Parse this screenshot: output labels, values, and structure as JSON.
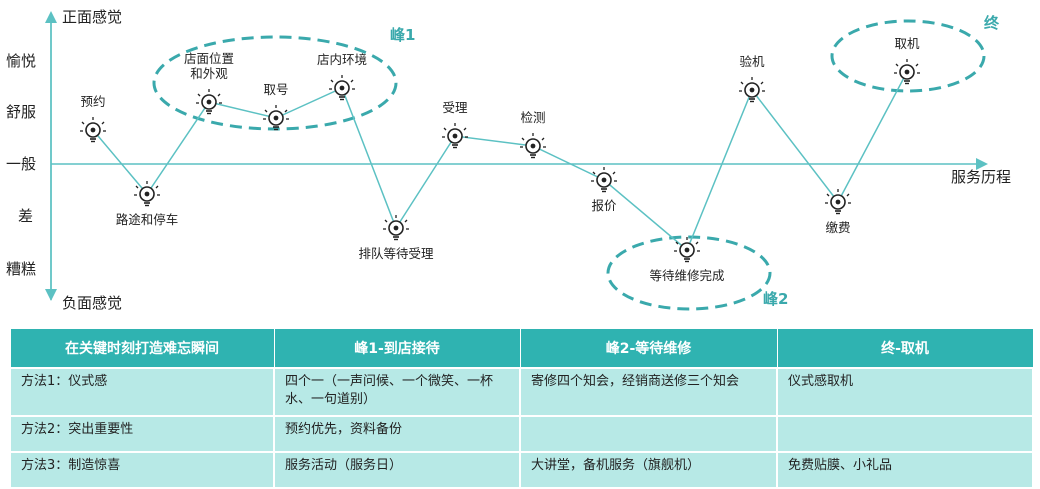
{
  "y_axis": {
    "top_label": "正面感觉",
    "bottom_label": "负面感觉",
    "levels": [
      "愉悦",
      "舒服",
      "一般",
      "差",
      "糟糕"
    ]
  },
  "x_axis_label": "服务历程",
  "touchpoints": [
    {
      "label": "预约",
      "level": 0.85
    },
    {
      "label": "路途和停车",
      "level": -0.75
    },
    {
      "label": "店面位置\n和外观",
      "level": 1.55
    },
    {
      "label": "取号",
      "level": 1.15
    },
    {
      "label": "店内环境",
      "level": 1.9
    },
    {
      "label": "排队等待受理",
      "level": -1.6
    },
    {
      "label": "受理",
      "level": 0.7
    },
    {
      "label": "检测",
      "level": 0.45
    },
    {
      "label": "报价",
      "level": -0.4
    },
    {
      "label": "等待维修完成",
      "level": -2.15
    },
    {
      "label": "验机",
      "level": 1.85
    },
    {
      "label": "缴费",
      "level": -0.95
    },
    {
      "label": "取机",
      "level": 2.3
    }
  ],
  "peaks": [
    "峰1",
    "峰2",
    "终"
  ],
  "table": {
    "headers": [
      "在关键时刻打造难忘瞬间",
      "峰1-到店接待",
      "峰2-等待维修",
      "终-取机"
    ],
    "rows": [
      [
        "方法1：仪式感",
        "四个一（一声问候、一个微笑、一杯水、一句道别）",
        "寄修四个知会，经销商送修三个知会",
        "仪式感取机"
      ],
      [
        "方法2：突出重要性",
        "预约优先，资料备份",
        "",
        ""
      ],
      [
        "方法3：制造惊喜",
        "服务活动（服务日）",
        "大讲堂，备机服务（旗舰机）",
        "免费贴膜、小礼品"
      ]
    ]
  },
  "colors": {
    "accent": "#3aa9ac",
    "line": "#5cc1c3",
    "header": "#2fb3b1",
    "cell": "#b7e9e6"
  }
}
